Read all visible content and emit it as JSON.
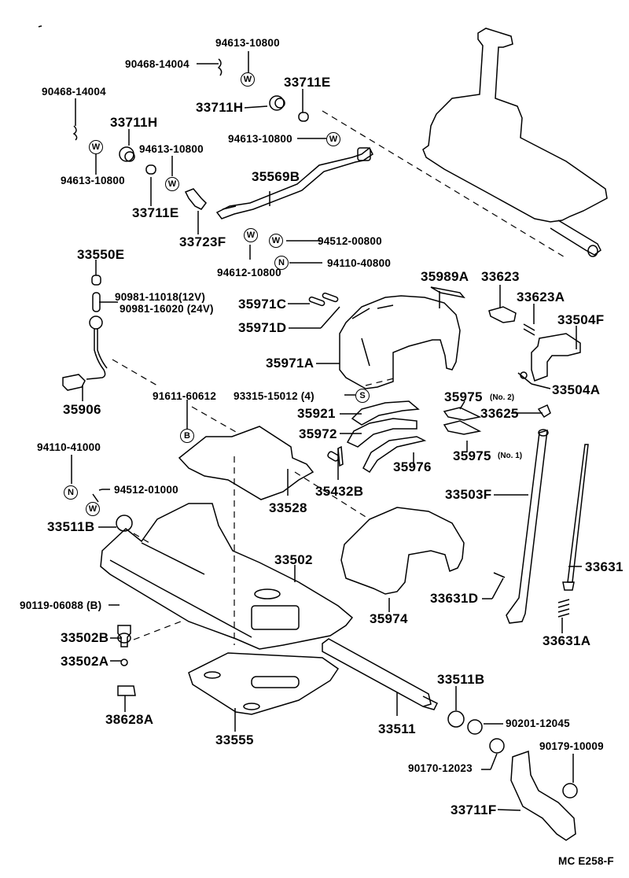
{
  "diagram": {
    "type": "exploded parts diagram",
    "subject": "shift lever / transfer control assembly",
    "code": "MC  E258-F"
  },
  "symbols": {
    "W": "W",
    "N": "N",
    "S": "S",
    "B": "B"
  },
  "labels": {
    "p90468_14004_a": "90468-14004",
    "p94613_10800_a": "94613-10800",
    "p90468_14004_b": "90468-14004",
    "p33711E_a": "33711E",
    "p33711H_a": "33711H",
    "p33711H_b": "33711H",
    "p94613_10800_b": "94613-10800",
    "p94613_10800_c": "94613-10800",
    "p94613_10800_d": "94613-10800",
    "p33711E_b": "33711E",
    "p35569B": "35569B",
    "p33723F": "33723F",
    "p94512_00800": "94512-00800",
    "p94612_10800": "94612-10800",
    "p94110_40800": "94110-40800",
    "p33550E": "33550E",
    "p90981_11018": "90981-11018(12V)",
    "p90981_16020": "90981-16020 (24V)",
    "p35971C": "35971C",
    "p35971D": "35971D",
    "p35989A": "35989A",
    "p33623": "33623",
    "p33623A": "33623A",
    "p33504F": "33504F",
    "p35971A": "35971A",
    "p33504A": "33504A",
    "p35906": "35906",
    "p91611_60612": "91611-60612",
    "p93315_15012": "93315-15012 (4)",
    "p35975_no2": "35975",
    "p35975_no2_suffix": "(No. 2)",
    "p33625": "33625",
    "p35921": "35921",
    "p35972": "35972",
    "p35975_no1": "35975",
    "p35975_no1_suffix": "(No. 1)",
    "p35976": "35976",
    "p94110_41000": "94110-41000",
    "p94512_01000": "94512-01000",
    "p33528": "33528",
    "p35432B": "35432B",
    "p33503F": "33503F",
    "p33511B_a": "33511B",
    "p33502": "33502",
    "p33631": "33631",
    "p33631D": "33631D",
    "p35974": "35974",
    "p90119_06088": "90119-06088 (B)",
    "p33502B": "33502B",
    "p33631A": "33631A",
    "p33502A": "33502A",
    "p38628A": "38628A",
    "p33511B_b": "33511B",
    "p90201_12045": "90201-12045",
    "p33511": "33511",
    "p33555": "33555",
    "p90179_10009": "90179-10009",
    "p90170_12023": "90170-12023",
    "p33711F": "33711F"
  }
}
